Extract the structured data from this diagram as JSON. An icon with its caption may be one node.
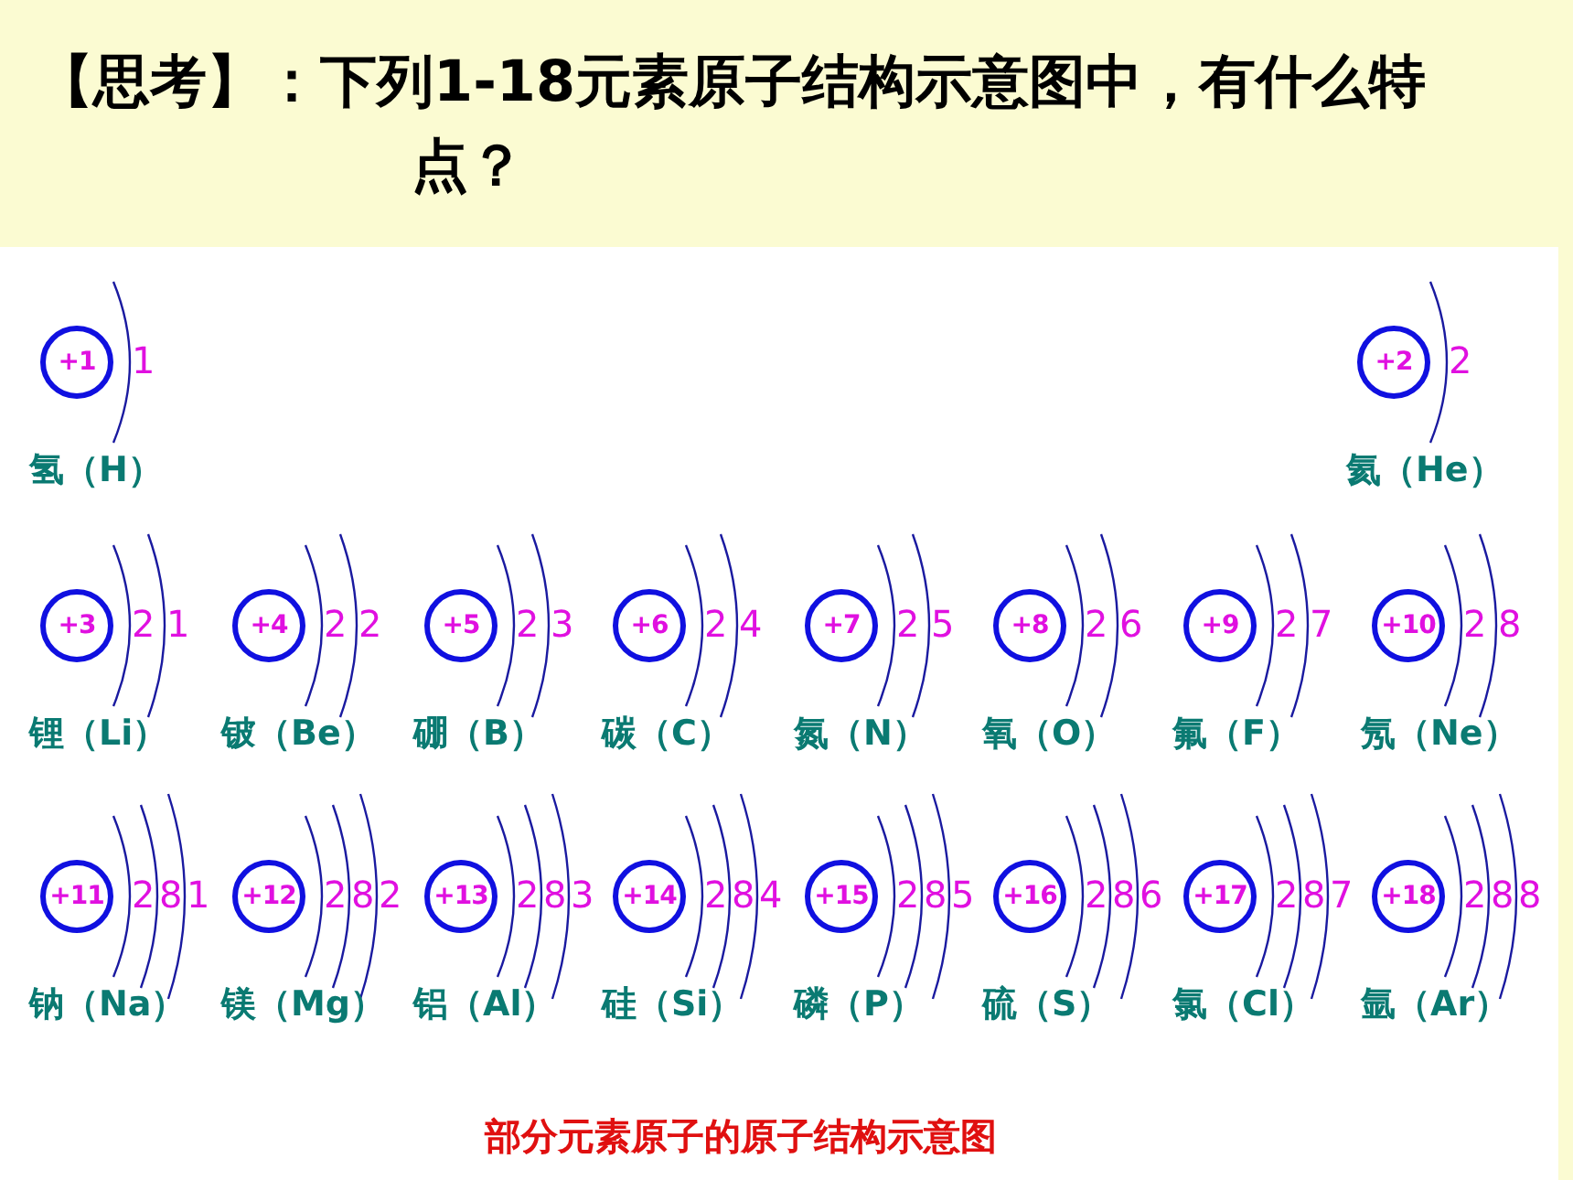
{
  "diagram": {
    "title": "【思考】：下列1-18元素原子结构示意图中，有什么特点？",
    "caption": "部分元素原子的原子结构示意图",
    "nodes": [
      {
        "text": [
          "+1"
        ],
        "beside": [
          "1",
          "氢（H）"
        ]
      },
      {
        "text": [
          "+2"
        ],
        "beside": [
          "2",
          "氦（He）"
        ]
      },
      {
        "text": [
          "+3"
        ],
        "beside": [
          "2",
          "1",
          "锂（Li）"
        ]
      },
      {
        "text": [
          "+4"
        ],
        "beside": [
          "2",
          "2",
          "铍（Be）"
        ]
      },
      {
        "text": [
          "+5"
        ],
        "beside": [
          "2",
          "3",
          "硼（B）"
        ]
      },
      {
        "text": [
          "+6"
        ],
        "beside": [
          "2",
          "4",
          "碳（C）"
        ]
      },
      {
        "text": [
          "+7"
        ],
        "beside": [
          "2",
          "5",
          "氮（N）"
        ]
      },
      {
        "text": [
          "+8"
        ],
        "beside": [
          "2",
          "6",
          "氧（O）"
        ]
      },
      {
        "text": [
          "+9"
        ],
        "beside": [
          "2",
          "7",
          "氟（F）"
        ]
      },
      {
        "text": [
          "+10"
        ],
        "beside": [
          "2",
          "8",
          "氖（Ne）"
        ]
      },
      {
        "text": [
          "+11"
        ],
        "beside": [
          "2",
          "8",
          "1",
          "钠（Na）"
        ]
      },
      {
        "text": [
          "+12"
        ],
        "beside": [
          "2",
          "8",
          "2",
          "镁（Mg）"
        ]
      },
      {
        "text": [
          "+13"
        ],
        "beside": [
          "2",
          "8",
          "3",
          "铝（Al）"
        ]
      },
      {
        "text": [
          "+14"
        ],
        "beside": [
          "2",
          "8",
          "4",
          "硅（Si）"
        ]
      },
      {
        "text": [
          "+15"
        ],
        "beside": [
          "2",
          "8",
          "5",
          "磷（P）"
        ]
      },
      {
        "text": [
          "+16"
        ],
        "beside": [
          "2",
          "8",
          "6",
          "硫（S）"
        ]
      },
      {
        "text": [
          "+17"
        ],
        "beside": [
          "2",
          "8",
          "7",
          "氯（Cl）"
        ]
      },
      {
        "text": [
          "+18"
        ],
        "beside": [
          "2",
          "8",
          "8",
          "氩（Ar）"
        ]
      }
    ]
  }
}
